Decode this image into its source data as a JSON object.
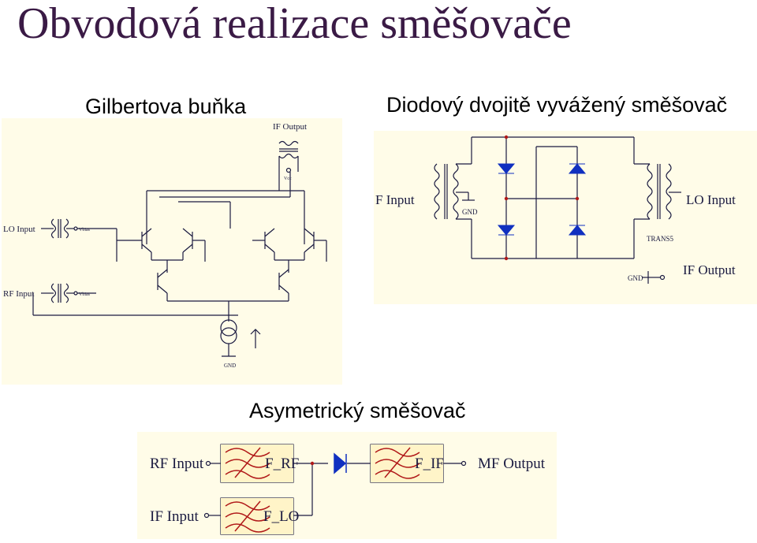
{
  "slide": {
    "title": "Obvodová realizace směšovače"
  },
  "gilbert": {
    "heading": "Gilbertova buňka",
    "if_output": "IF Output",
    "vcc": "Vcc",
    "lo_input": "LO Input",
    "rf_input": "RF Input",
    "vbias_lo": "Vbias",
    "vbias_rf": "Vbias",
    "gnd": "GND"
  },
  "diode_mixer": {
    "heading": "Diodový dvojitě vyvážený směšovač",
    "rf_input": "F Input",
    "lo_input": "LO Input",
    "gnd_top": "GND",
    "trans": "TRANS5",
    "gnd_out": "GND",
    "if_output": "IF Output"
  },
  "asym_mixer": {
    "heading": "Asymetrický směšovač",
    "rf_input": "RF Input",
    "if_input": "IF Input",
    "filter_rf": "F_RF",
    "filter_if": "F_IF",
    "filter_lo": "F_LO",
    "mf_output": "MF Output"
  },
  "colors": {
    "title": "#3a1a45",
    "panel_bg": "#fffce8",
    "wire": "#1a1a40",
    "wire_red": "#b01818",
    "diode": "#1030c0",
    "node": "#b01818"
  }
}
